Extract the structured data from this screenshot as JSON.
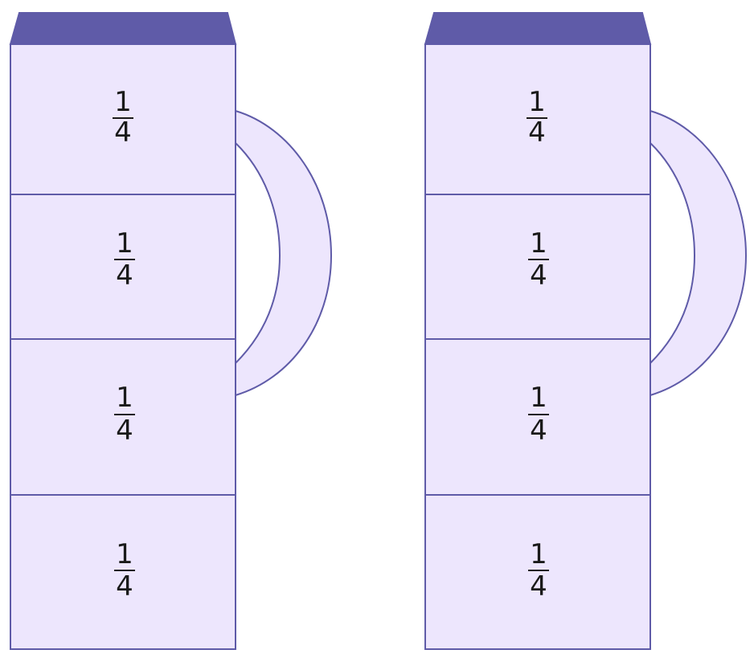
{
  "colors": {
    "cell_fill": "#ede6fd",
    "outline": "#5f5ba8",
    "lid": "#5f5ba8",
    "text": "#1a1a1a"
  },
  "jugs": [
    {
      "name": "jug-left",
      "sections": [
        {
          "numerator": "1",
          "denominator": "4"
        },
        {
          "numerator": "1",
          "denominator": "4"
        },
        {
          "numerator": "1",
          "denominator": "4"
        },
        {
          "numerator": "1",
          "denominator": "4"
        }
      ]
    },
    {
      "name": "jug-right",
      "sections": [
        {
          "numerator": "1",
          "denominator": "4"
        },
        {
          "numerator": "1",
          "denominator": "4"
        },
        {
          "numerator": "1",
          "denominator": "4"
        },
        {
          "numerator": "1",
          "denominator": "4"
        }
      ]
    }
  ]
}
